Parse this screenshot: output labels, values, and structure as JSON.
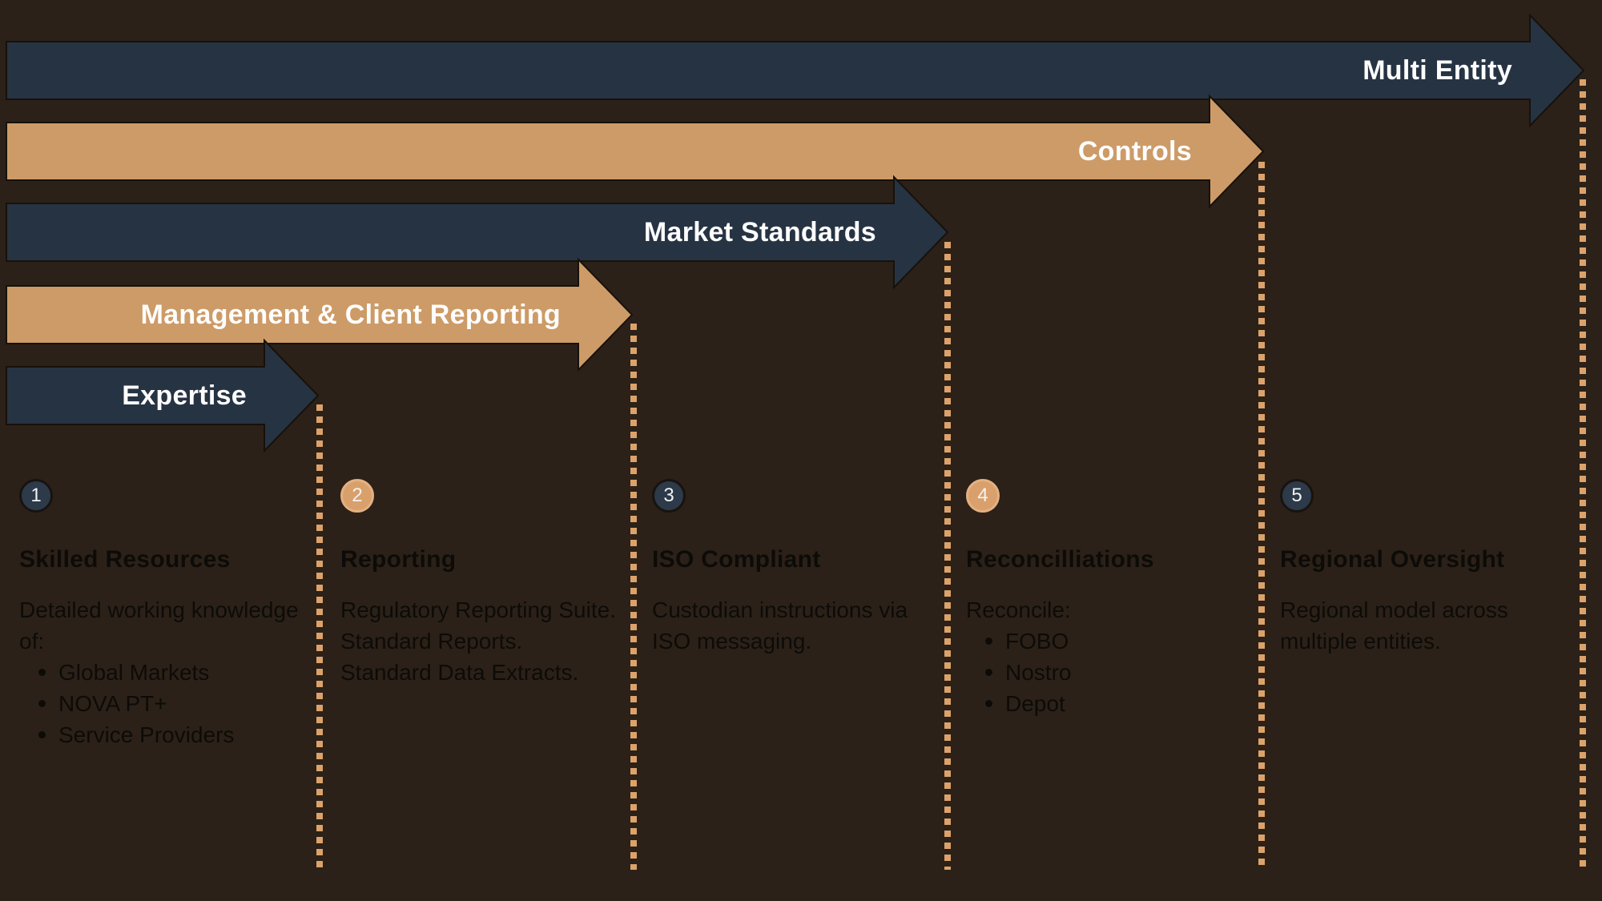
{
  "colors": {
    "background": "#2b2118",
    "navy": "#263343",
    "tan": "#cd9b67",
    "dotted_line": "#dca26b",
    "arrow_outline": "#17110b",
    "label_text": "#fdfdfd",
    "body_text": "#0d0b08"
  },
  "arrows": [
    {
      "label": "Multi Entity",
      "color": "navy"
    },
    {
      "label": "Controls",
      "color": "tan"
    },
    {
      "label": "Market Standards",
      "color": "navy"
    },
    {
      "label": "Management & Client Reporting",
      "color": "tan"
    },
    {
      "label": "Expertise",
      "color": "navy"
    }
  ],
  "columns": [
    {
      "number": "1",
      "title": "Skilled Resources",
      "intro": "Detailed working knowledge of:",
      "bullets": [
        "Global Markets",
        "NOVA PT+",
        "Service Providers"
      ]
    },
    {
      "number": "2",
      "title": "Reporting",
      "lines": [
        "Regulatory Reporting Suite.",
        "Standard Reports.",
        "Standard Data Extracts."
      ]
    },
    {
      "number": "3",
      "title": "ISO Compliant",
      "lines": [
        "Custodian instructions via ISO messaging."
      ]
    },
    {
      "number": "4",
      "title": "Reconcilliations",
      "intro": "Reconcile:",
      "bullets": [
        "FOBO",
        "Nostro",
        "Depot"
      ]
    },
    {
      "number": "5",
      "title": "Regional Oversight",
      "lines": [
        "Regional model across multiple entities."
      ]
    }
  ]
}
